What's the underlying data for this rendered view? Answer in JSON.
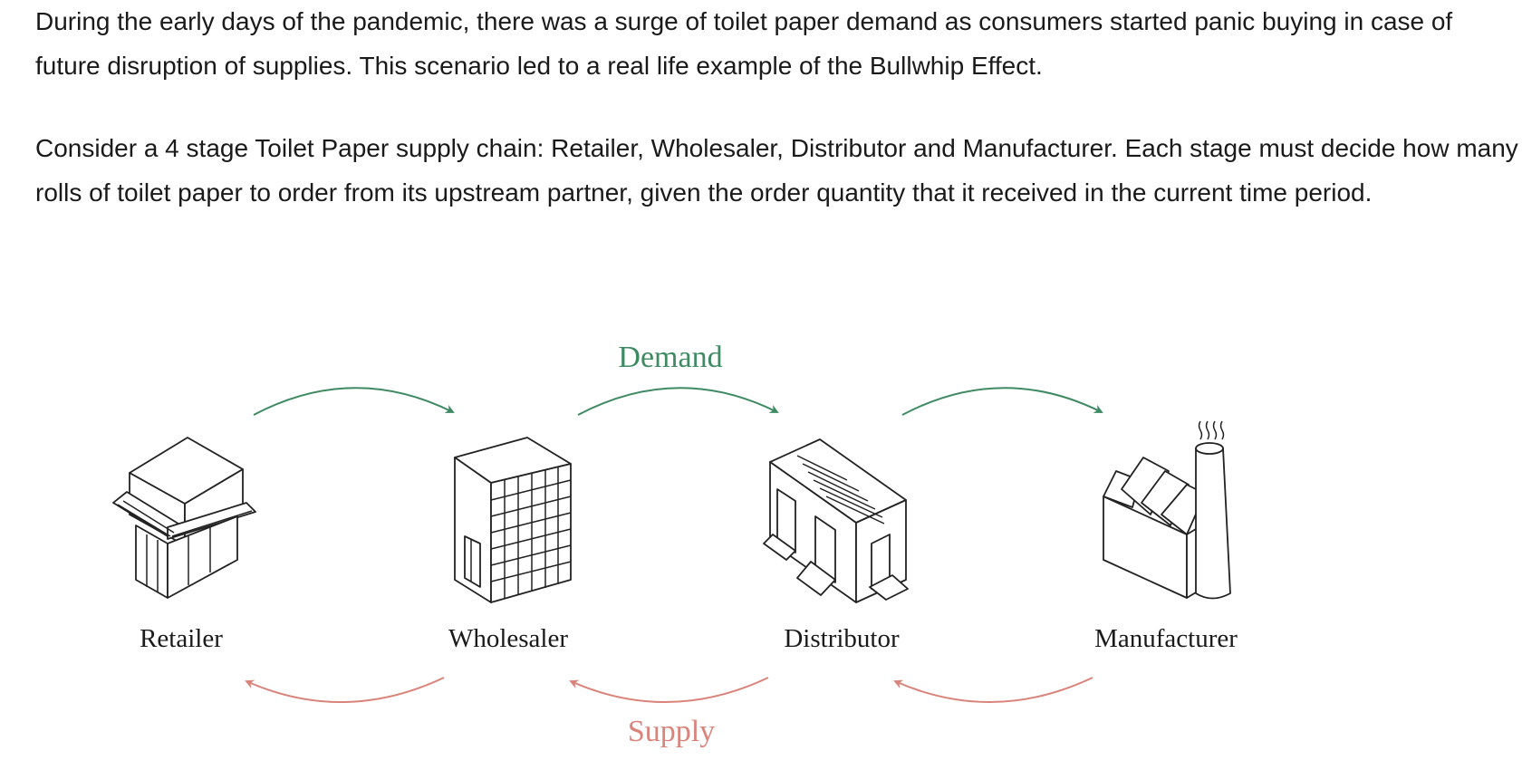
{
  "paragraphs": [
    "During the early days of the pandemic, there was a surge of toilet paper demand as consumers started panic buying in case of future disruption of supplies. This scenario led to a real life example of the Bullwhip Effect.",
    "Consider a 4 stage Toilet Paper supply chain: Retailer, Wholesaler, Distributor and Manufacturer. Each stage must decide how many rolls of toilet paper to order from its upstream partner, given the order quantity that it received in the current time period."
  ],
  "diagram": {
    "demand_label": "Demand",
    "supply_label": "Supply",
    "stages": [
      "Retailer",
      "Wholesaler",
      "Distributor",
      "Manufacturer"
    ],
    "colors": {
      "demand": "#3f8a63",
      "supply": "#d9837b"
    },
    "icons": [
      "store-icon",
      "office-building-icon",
      "warehouse-icon",
      "factory-icon"
    ]
  }
}
